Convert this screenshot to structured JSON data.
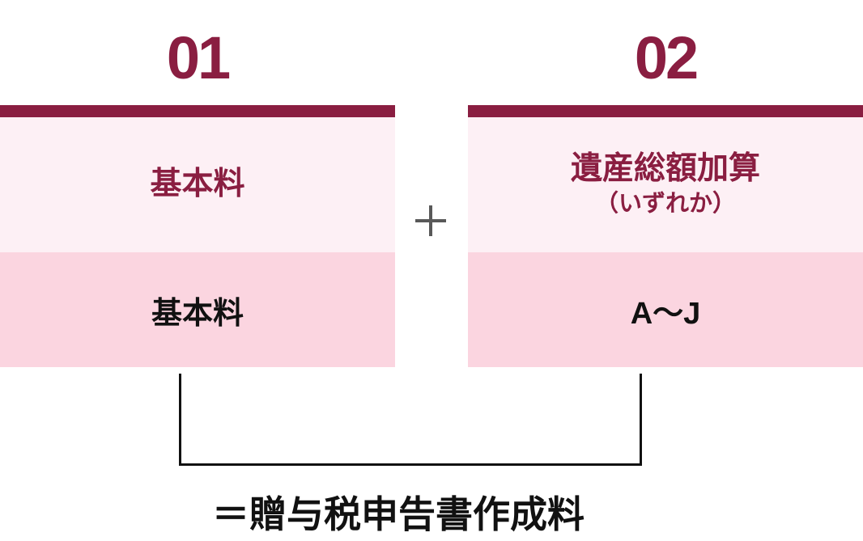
{
  "colors": {
    "accent": "#8a1e41",
    "light_pink": "#fdf0f5",
    "dark_pink": "#fbd5e0",
    "plus_gray": "#595959",
    "text_black": "#111111"
  },
  "columns": [
    {
      "number": "01",
      "header": "基本料",
      "value": "基本料"
    },
    {
      "number": "02",
      "header": "遺産総額加算",
      "header_note": "（いずれか）",
      "value": "A〜J"
    }
  ],
  "operator": "plus",
  "result_label": "＝贈与税申告書作成料"
}
